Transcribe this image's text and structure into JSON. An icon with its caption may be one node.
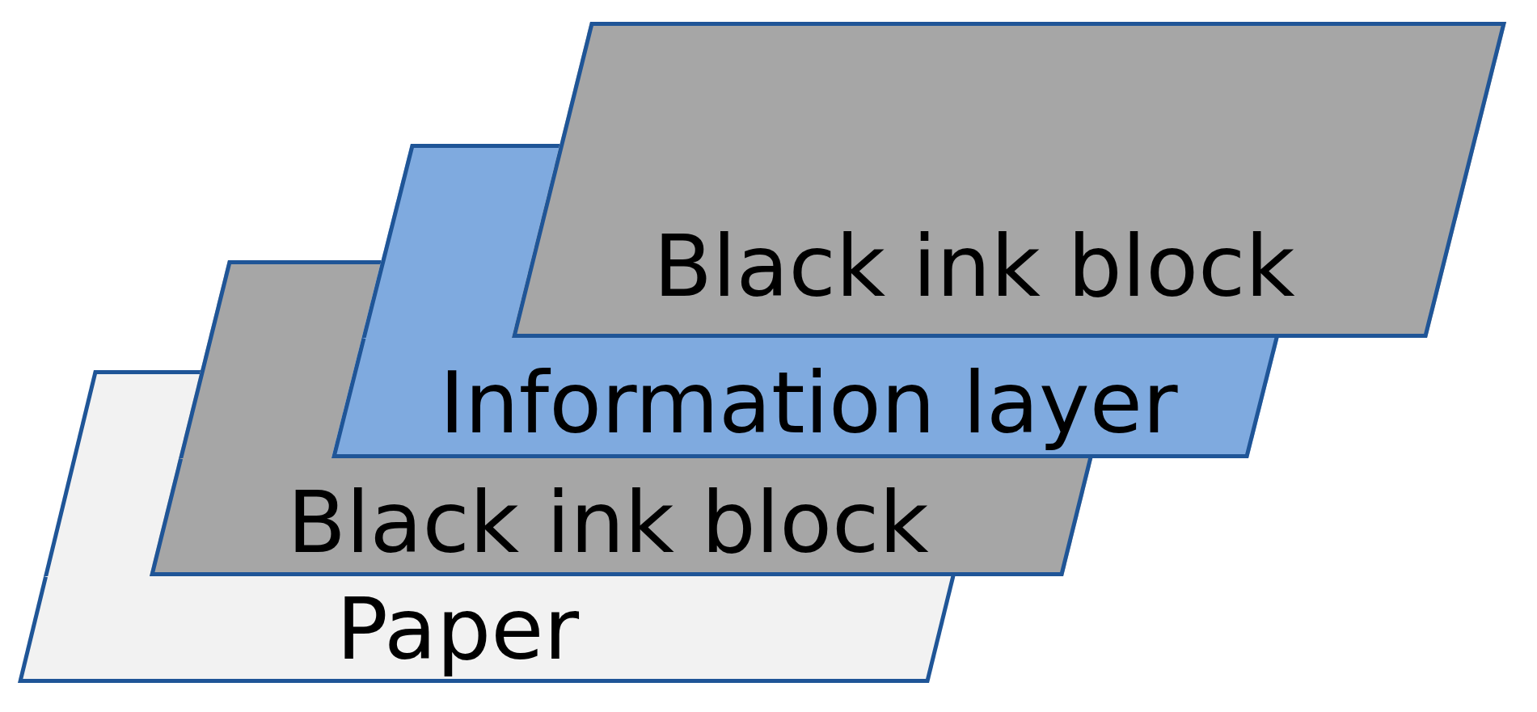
{
  "diagram": {
    "nodes": [
      {
        "text": [
          "Black ink block"
        ]
      },
      {
        "text": [
          "Information layer"
        ]
      },
      {
        "text": [
          "Black ink block"
        ]
      },
      {
        "text": [
          "Paper"
        ]
      }
    ]
  }
}
